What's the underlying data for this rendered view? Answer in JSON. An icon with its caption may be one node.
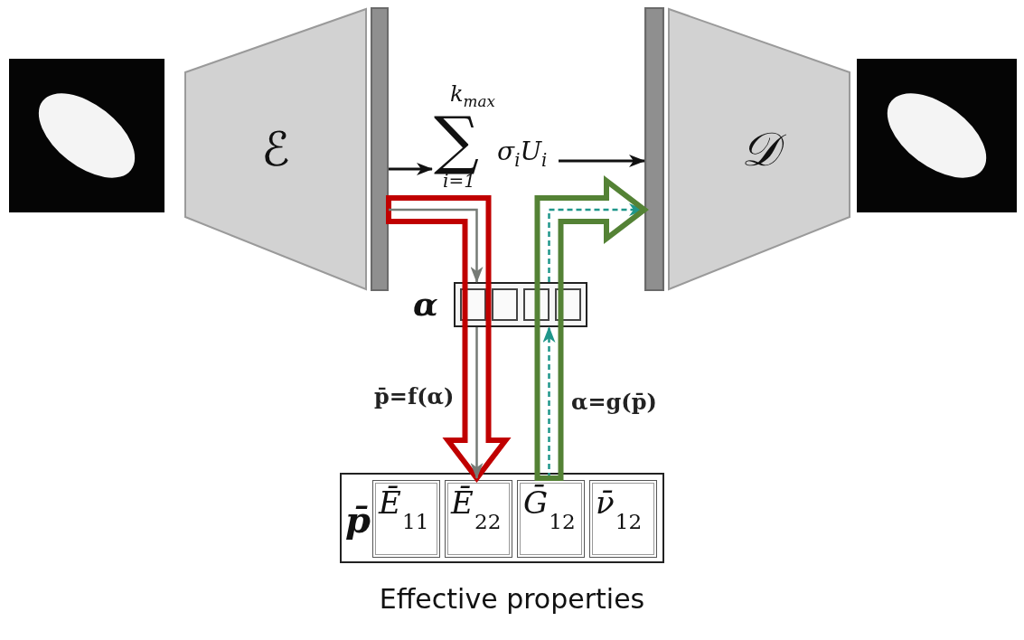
{
  "diagram": {
    "caption": "Effective properties",
    "nodes": [
      {
        "text": [],
        "shape": "picture"
      },
      {
        "text": [
          "ℰ"
        ]
      },
      {
        "text": [],
        "shape": "bar"
      },
      {
        "text": [
          "k$_{max}$",
          "∑",
          "i=1",
          "σ$_{i}$U$_{i}$"
        ]
      },
      {
        "text": [],
        "shape": "bar"
      },
      {
        "text": [
          "𝒟"
        ]
      },
      {
        "text": [],
        "shape": "picture"
      },
      {
        "text": [
          "α"
        ]
      },
      {
        "text": [
          "p̄"
        ]
      },
      {
        "text": [
          "Ē$_{11}$"
        ],
        "in": 8
      },
      {
        "text": [
          "Ē$_{22}$"
        ],
        "in": 8
      },
      {
        "text": [
          "Ḡ$_{12}$"
        ],
        "in": 8
      },
      {
        "text": [
          "ν̄$_{12}$"
        ],
        "in": 8
      }
    ],
    "edges": [
      {
        "from": 2,
        "to": 3,
        "arrow": "to"
      },
      {
        "from": 3,
        "to": 4,
        "arrow": "to"
      },
      {
        "from": 2,
        "to": 10,
        "arrow": "to",
        "style": "thick",
        "color": "#c00000"
      },
      {
        "from": 2,
        "to": 7,
        "arrow": "to",
        "color": "#767b76"
      },
      {
        "from": 7,
        "to": 10,
        "arrow": "to",
        "label": "p̄=f(α)",
        "color": "#767b76"
      },
      {
        "from": 11,
        "to": 7,
        "arrow": "to",
        "label": "α=g(p̄)",
        "style": "dashed",
        "color": "#1f968a"
      },
      {
        "from": 7,
        "to": 4,
        "arrow": "to",
        "style": "dashed",
        "color": "#1f968a"
      },
      {
        "from": 11,
        "to": 4,
        "arrow": "to",
        "style": "thick",
        "color": "#548235"
      }
    ]
  }
}
